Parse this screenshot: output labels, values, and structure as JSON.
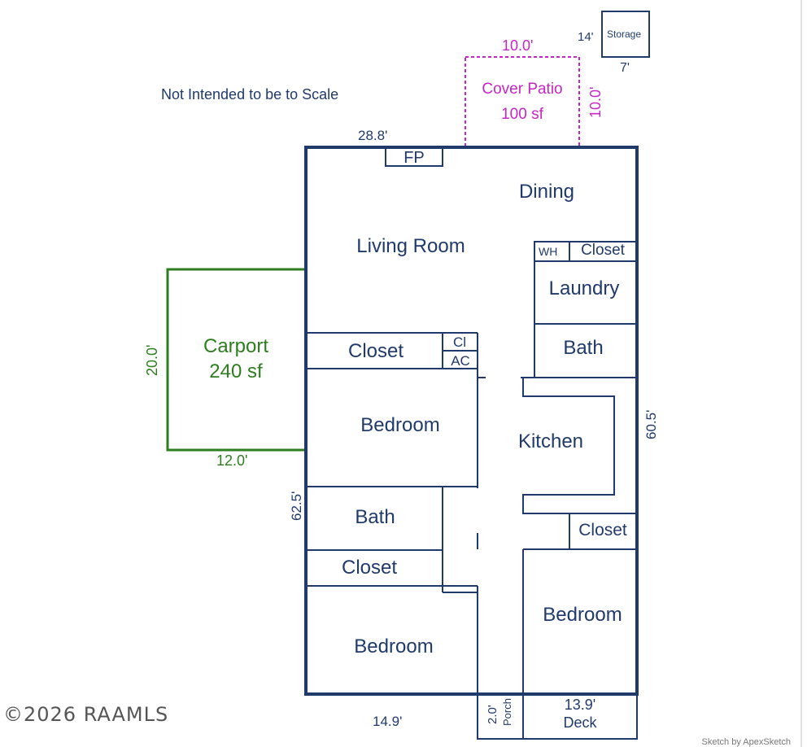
{
  "note": "Not Intended to be to Scale",
  "storage": {
    "label": "Storage",
    "dim_side": "14'",
    "dim_bottom": "7'"
  },
  "patio": {
    "name": "Cover Patio",
    "area": "100 sf",
    "dim_top": "10.0'",
    "dim_side": "10.0'"
  },
  "carport": {
    "name": "Carport",
    "area": "240 sf",
    "dim_side": "20.0'",
    "dim_bottom": "12.0'"
  },
  "dimensions": {
    "top": "28.8'",
    "left": "62.5'",
    "right": "60.5'",
    "bottom": "14.9'"
  },
  "rooms": {
    "fp": "FP",
    "dining": "Dining",
    "living_room": "Living Room",
    "wh": "WH",
    "closet_wh": "Closet",
    "laundry": "Laundry",
    "bath_right": "Bath",
    "closet_left": "Closet",
    "cl": "Cl",
    "ac": "AC",
    "bedroom_left_top": "Bedroom",
    "kitchen": "Kitchen",
    "bath_left": "Bath",
    "closet_right": "Closet",
    "closet_left_lower": "Closet",
    "bedroom_right": "Bedroom",
    "bedroom_left_bottom": "Bedroom",
    "porch": "Porch",
    "porch_dim": "2.0'",
    "deck": "Deck",
    "deck_dim": "13.9'"
  },
  "watermark": "©2026 RAAMLS",
  "credit": "Sketch by ApexSketch",
  "colors": {
    "walls": "#1f3a6b",
    "carport": "#2e7d1f",
    "patio": "#c626c6"
  }
}
